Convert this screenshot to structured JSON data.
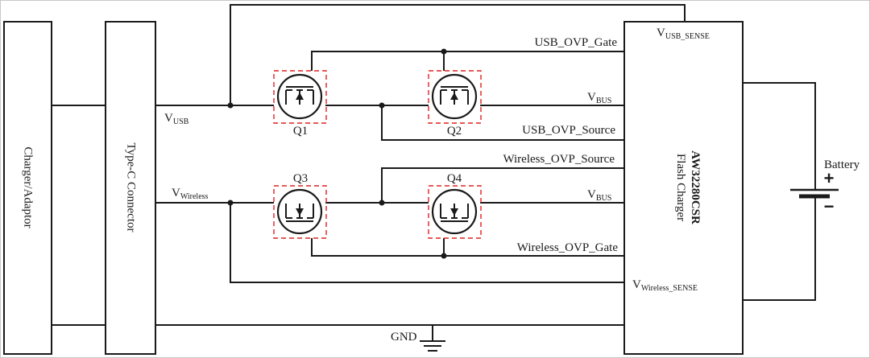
{
  "blocks": {
    "charger": "Charger/Adaptor",
    "typec": "Type-C Connector",
    "ic_function": "Flash Charger",
    "ic_part": "AW32280CSR"
  },
  "nets": {
    "vusb_main": "V",
    "vusb_sub": "USB",
    "vwireless_main": "V",
    "vwireless_sub": "Wireless",
    "vbus_main": "V",
    "vbus_sub": "BUS",
    "vusb_sense_main": "V",
    "vusb_sense_sub": "USB_SENSE",
    "vwireless_sense_main": "V",
    "vwireless_sense_sub": "Wireless_SENSE",
    "usb_ovp_gate": "USB_OVP_Gate",
    "usb_ovp_source": "USB_OVP_Source",
    "wireless_ovp_source": "Wireless_OVP_Source",
    "wireless_ovp_gate": "Wireless_OVP_Gate",
    "gnd": "GND"
  },
  "transistors": {
    "q1": "Q1",
    "q2": "Q2",
    "q3": "Q3",
    "q4": "Q4"
  },
  "battery": {
    "label": "Battery",
    "plus": "+",
    "minus": "−"
  },
  "colors": {
    "wire": "#1a1a1a",
    "highlight": "#e02020"
  },
  "icons": [
    "mosfet-symbol-icon",
    "battery-symbol-icon",
    "ground-symbol-icon"
  ]
}
